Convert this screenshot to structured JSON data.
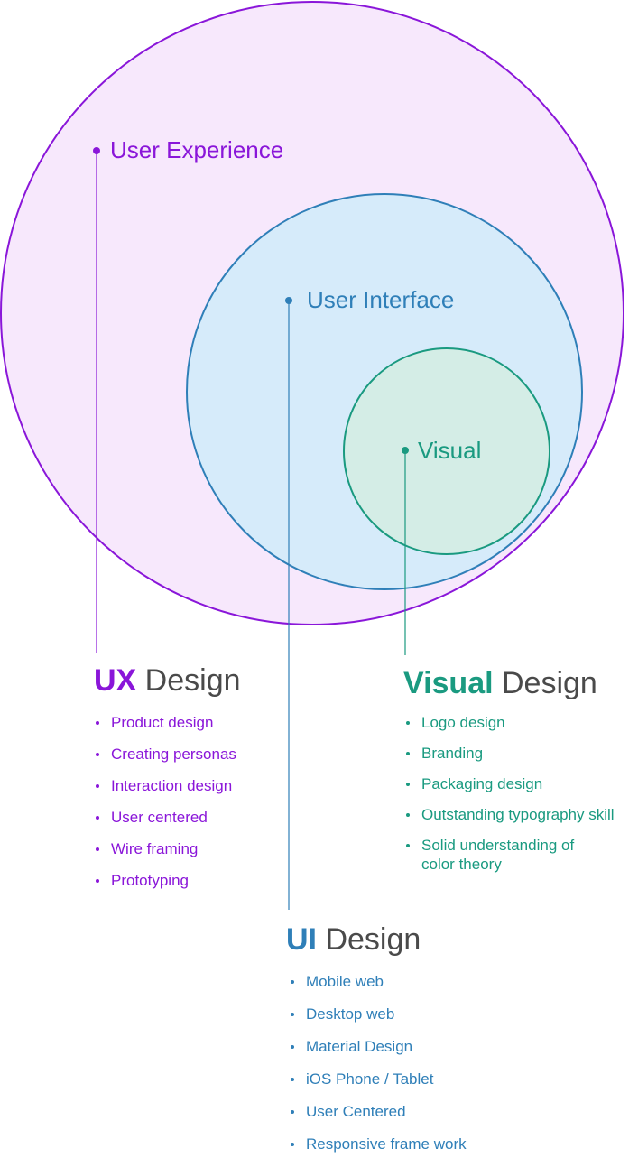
{
  "circles": {
    "ux_label": "User Experience",
    "ui_label": "User Interface",
    "visual_label": "Visual"
  },
  "ux": {
    "heading_strong": "UX",
    "heading_rest": " Design",
    "items": [
      "Product design",
      "Creating personas",
      "Interaction design",
      "User centered",
      "Wire framing",
      "Prototyping"
    ]
  },
  "visual": {
    "heading_strong": "Visual",
    "heading_rest": " Design",
    "items": [
      "Logo design",
      "Branding",
      "Packaging design",
      "Outstanding typography skill",
      "Solid understanding of color theory"
    ]
  },
  "ui": {
    "heading_strong": "UI",
    "heading_rest": " Design",
    "items": [
      "Mobile web",
      "Desktop web",
      "Material Design",
      "iOS Phone / Tablet",
      "User Centered",
      "Responsive frame work"
    ]
  },
  "colors": {
    "ux": "#8a16d9",
    "ux_fill": "#f7e8fc",
    "ui": "#2f7fb8",
    "ui_fill": "#d6ebfa",
    "visual": "#1a9a80",
    "visual_fill": "#d4ede6",
    "heading_grey": "#4a4a4a"
  }
}
